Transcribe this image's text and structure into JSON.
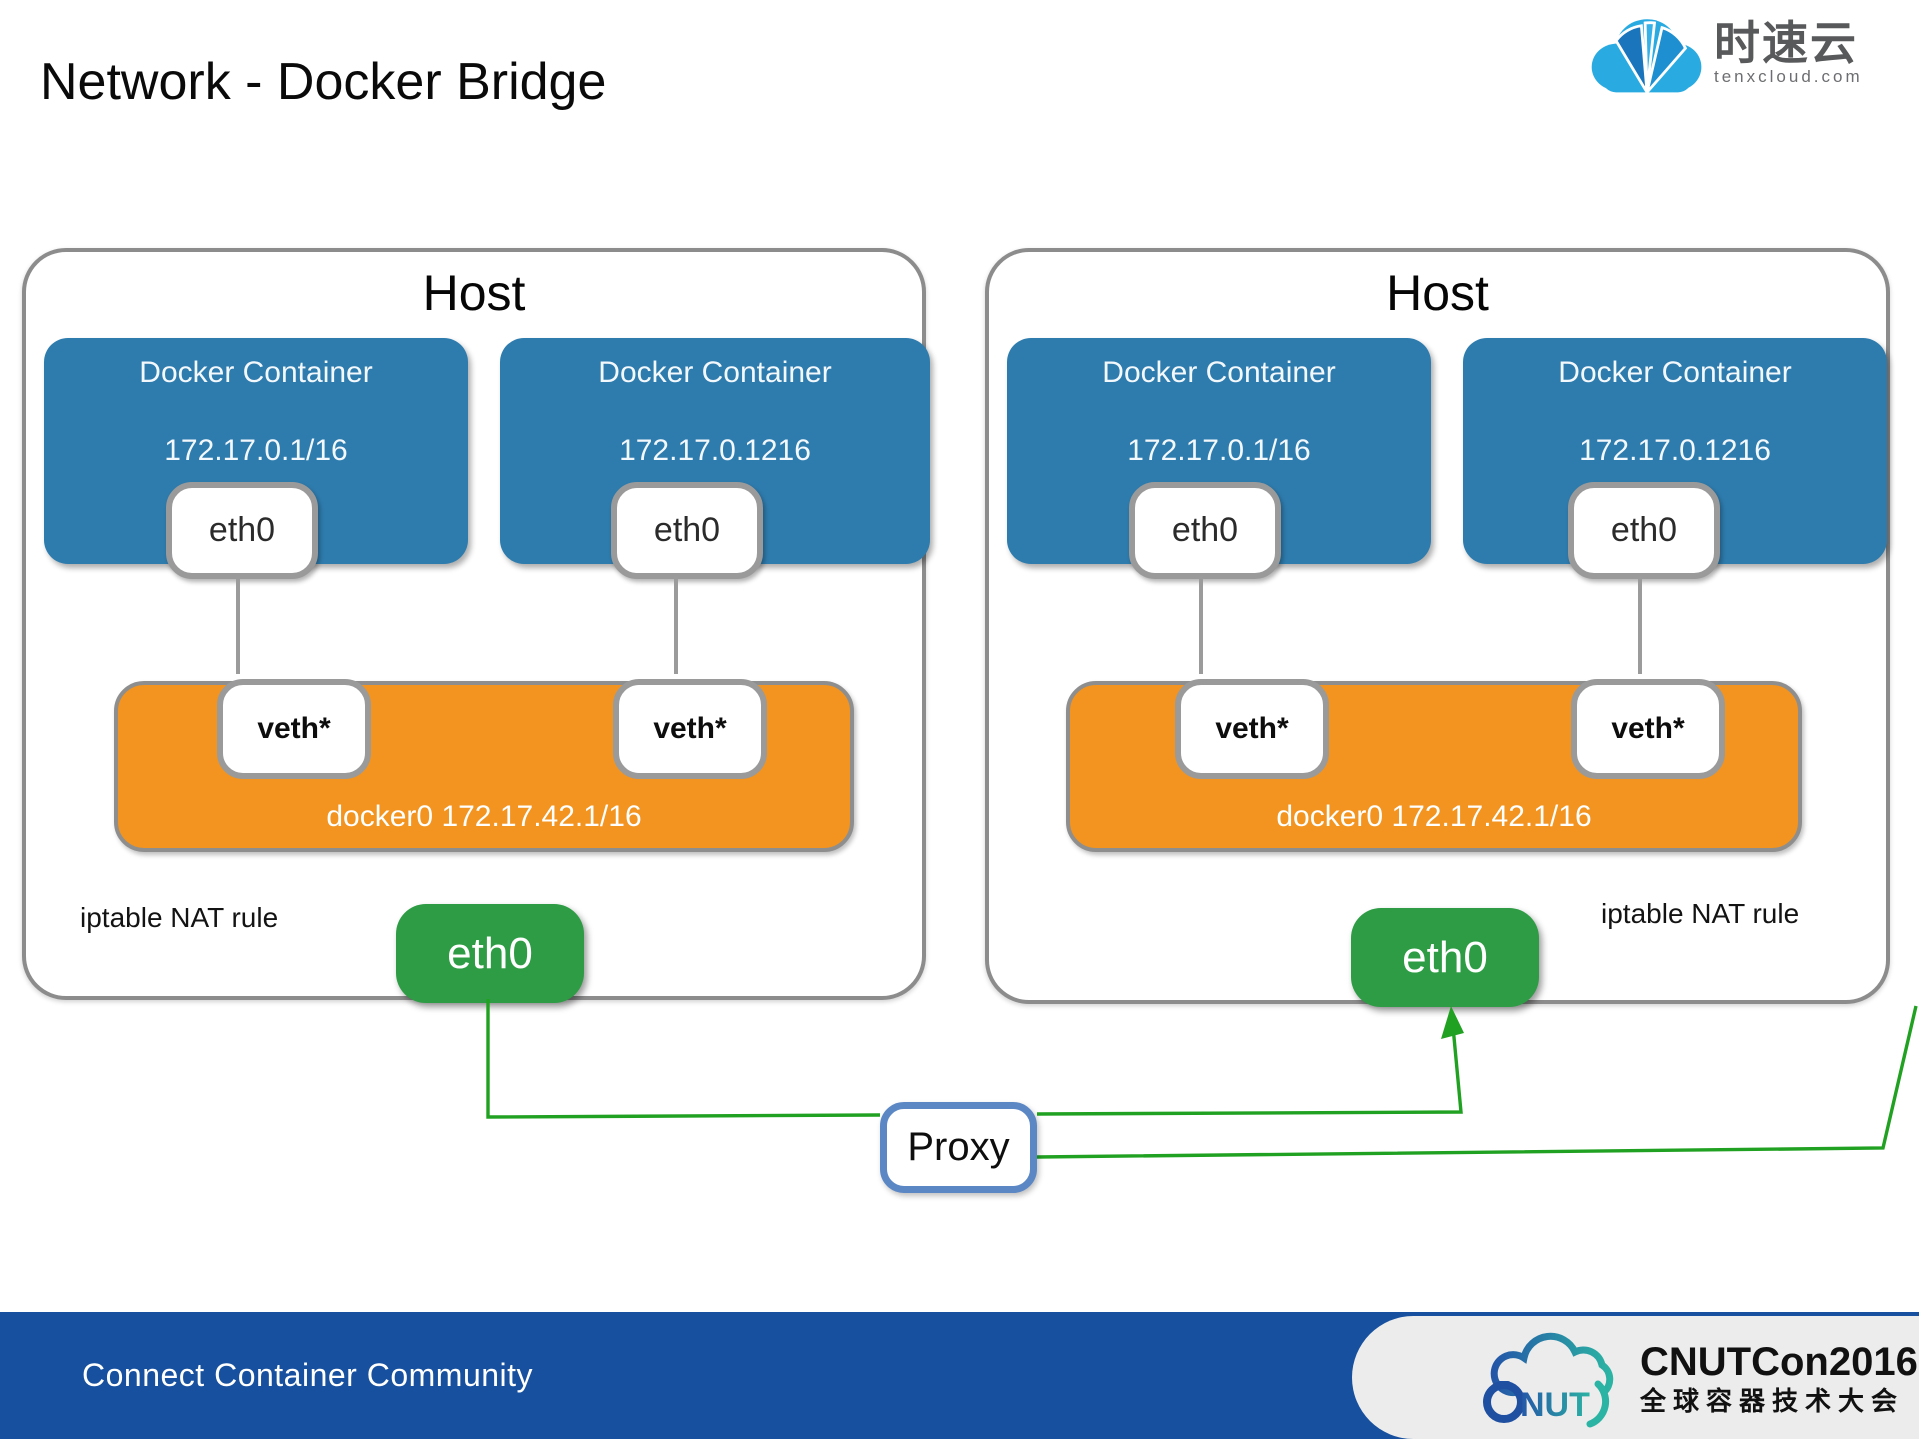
{
  "title": "Network - Docker Bridge",
  "logo": {
    "name": "时速云",
    "domain": "tenxcloud.com"
  },
  "hosts": [
    {
      "label": "Host",
      "containers": [
        {
          "title": "Docker Container",
          "ip": "172.17.0.1/16",
          "iface": "eth0"
        },
        {
          "title": "Docker Container",
          "ip": "172.17.0.1216",
          "iface": "eth0"
        }
      ],
      "bridge": {
        "veths": [
          "veth*",
          "veth*"
        ],
        "label": "docker0 172.17.42.1/16"
      },
      "nat_note": "iptable NAT rule",
      "host_iface": "eth0"
    },
    {
      "label": "Host",
      "containers": [
        {
          "title": "Docker Container",
          "ip": "172.17.0.1/16",
          "iface": "eth0"
        },
        {
          "title": "Docker Container",
          "ip": "172.17.0.1216",
          "iface": "eth0"
        }
      ],
      "bridge": {
        "veths": [
          "veth*",
          "veth*"
        ],
        "label": "docker0 172.17.42.1/16"
      },
      "nat_note": "iptable NAT rule",
      "host_iface": "eth0"
    }
  ],
  "proxy_label": "Proxy",
  "footer": {
    "text": "Connect Container Community",
    "conference": "CNUTCon2016",
    "conference_sub": "全球容器技术大会",
    "conference_mark": "NUT"
  },
  "colors": {
    "container_blue": "#2E7CAE",
    "bridge_orange": "#F2941F",
    "host_eth_green": "#2D9C44",
    "wire_green": "#21A121",
    "wire_gray": "#9B9B9B",
    "proxy_border": "#5B87C5",
    "footer_blue": "#17509E",
    "logo_blue": "#29ABE2"
  }
}
